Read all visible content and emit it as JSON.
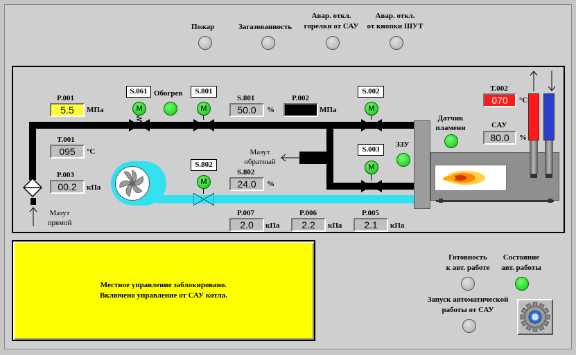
{
  "alarms": [
    {
      "label": "Пожар"
    },
    {
      "label": "Загазованность"
    },
    {
      "label": "Авар. откл.\nгорелки от САУ"
    },
    {
      "label": "Авар. откл.\nот кнопки ШУТ"
    }
  ],
  "sensors": {
    "p001": {
      "tag": "P.001",
      "value": "5.5",
      "unit": "МПа"
    },
    "t001": {
      "tag": "T.001",
      "value": "095",
      "unit": "°C"
    },
    "p003": {
      "tag": "P.003",
      "value": "00.2",
      "unit": "кПа"
    },
    "s801": {
      "tag": "S.801",
      "value": "50.0",
      "unit": "%"
    },
    "p002": {
      "tag": "P.002",
      "value": "",
      "unit": "МПа"
    },
    "s802": {
      "tag": "S.802",
      "value": "24.0",
      "unit": "%"
    },
    "p007": {
      "tag": "P.007",
      "value": "2.0",
      "unit": "кПа"
    },
    "p006": {
      "tag": "P.006",
      "value": "2.2",
      "unit": "кПа"
    },
    "p005": {
      "tag": "P.005",
      "value": "2.1",
      "unit": "кПа"
    },
    "t002": {
      "tag": "T.002",
      "value": "070",
      "unit": "°C"
    },
    "sau": {
      "tag": "САУ",
      "value": "80.0",
      "unit": "%"
    }
  },
  "valves": {
    "s061": "S.061",
    "s801": "S.801",
    "s802": "S.802",
    "s002": "S.002",
    "s003": "S.003",
    "motor_letter": "M"
  },
  "labels": {
    "heating": "Обогрев",
    "mazut_return": "Мазут\nобратный",
    "mazut_direct": "Мазут\nпрямой",
    "flame_sensor": "Датчик\nпламени",
    "zzu": "ЗЗУ"
  },
  "message": {
    "line1": "Местное управление заблокировано.",
    "line2": "Включено управление от САУ котла."
  },
  "status": {
    "ready": "Готовность\nк авт. работе",
    "state": "Состояние\nавт. работы",
    "start": "Запуск автоматической\nработы от САУ"
  },
  "colors": {
    "message_bg": "#ffff00",
    "lamp_on": "#10c010",
    "lamp_off": "#a9a9a9",
    "steam_pipe": "#33e0f0",
    "fuel_pipe": "#000000"
  }
}
